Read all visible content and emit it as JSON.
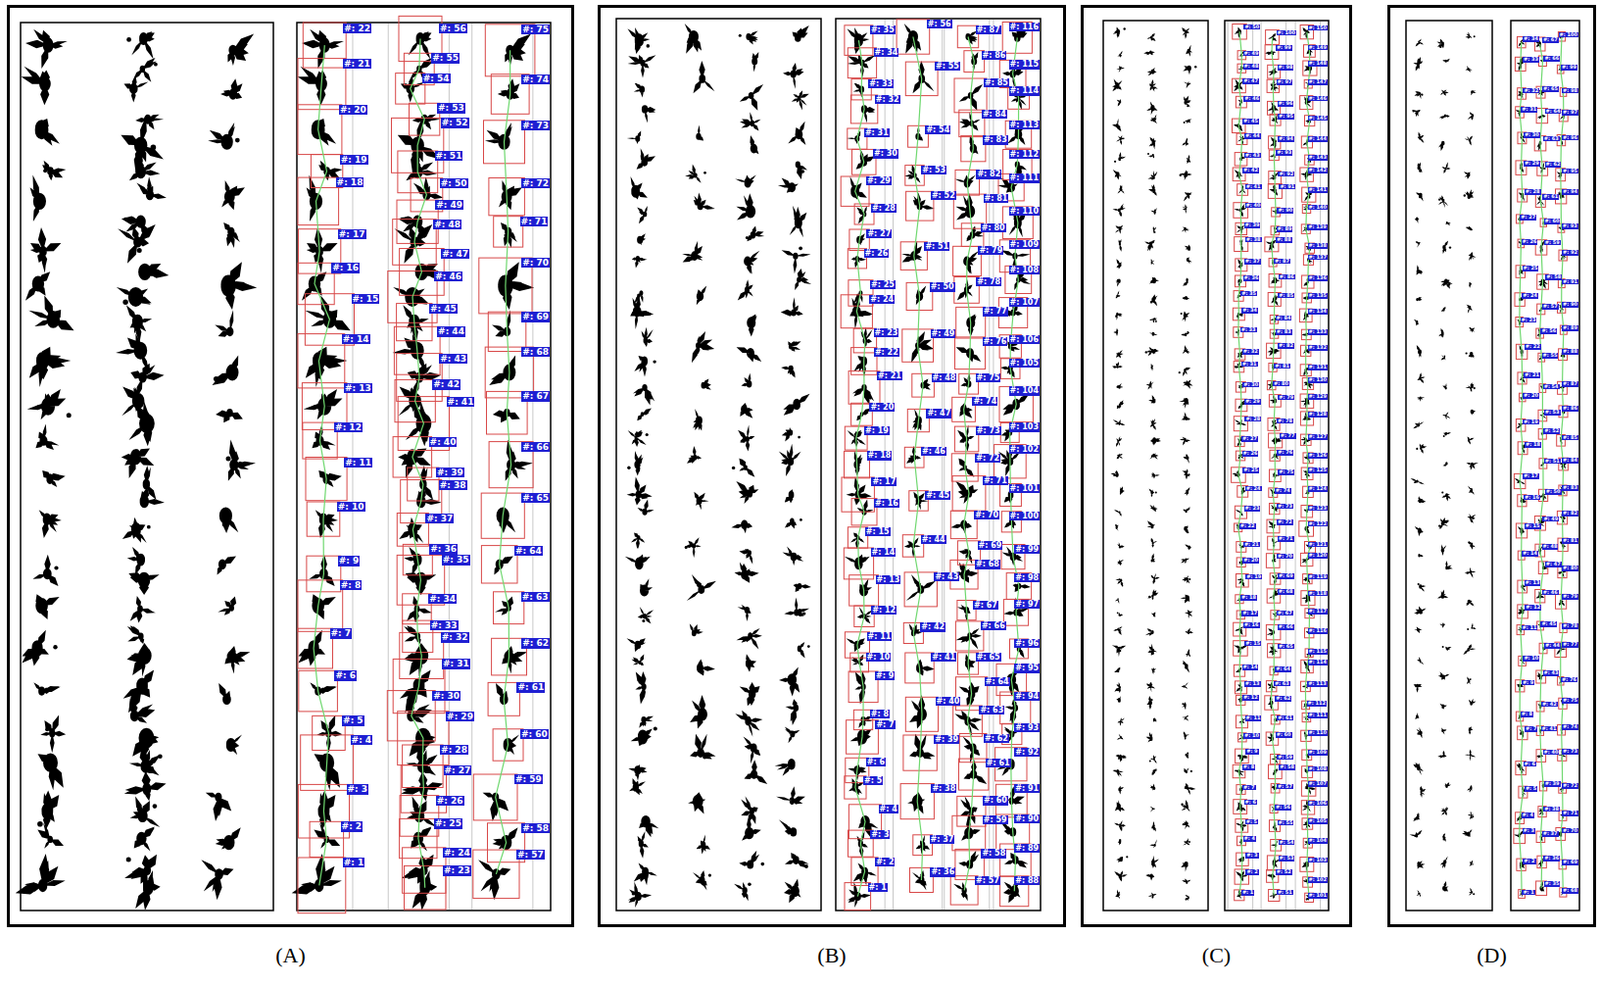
{
  "diagram": {
    "nodes": [
      {
        "text": [
          "(A)"
        ]
      },
      {
        "text": [
          "(B)"
        ]
      },
      {
        "text": [
          "(C)"
        ]
      },
      {
        "text": [
          "(D)"
        ]
      }
    ],
    "labels": [
      "#: 1",
      "#: 2",
      "#: 3",
      "#: 4",
      "#: 5",
      "#: 6",
      "#: 7",
      "#: 8",
      "#: 9",
      "#: 10",
      "#: 11",
      "#: 12",
      "#: 13",
      "#: 14",
      "#: 15",
      "#: 16",
      "#: 17",
      "#: 18",
      "#: 19",
      "#: 20",
      "#: 21",
      "#: 22",
      "#: 23",
      "#: 24",
      "#: 25",
      "#: 26",
      "#: 27",
      "#: 28",
      "#: 29",
      "#: 30",
      "#: 31",
      "#: 32",
      "#: 33",
      "#: 34",
      "#: 35",
      "#: 36",
      "#: 37",
      "#: 38",
      "#: 39",
      "#: 40",
      "#: 41",
      "#: 42",
      "#: 43",
      "#: 44",
      "#: 45",
      "#: 46",
      "#: 47",
      "#: 48",
      "#: 49",
      "#: 50",
      "#: 51",
      "#: 52",
      "#: 53",
      "#: 54",
      "#: 55",
      "#: 56",
      "#: 57",
      "#: 58",
      "#: 59",
      "#: 60",
      "#: 61",
      "#: 62",
      "#: 63",
      "#: 64",
      "#: 65",
      "#: 66",
      "#: 67",
      "#: 68",
      "#: 69",
      "#: 70",
      "#: 71",
      "#: 72",
      "#: 73",
      "#: 74",
      "#: 75",
      "#: 1",
      "#: 2",
      "#: 3",
      "#: 4",
      "#: 5",
      "#: 6",
      "#: 7",
      "#: 8",
      "#: 9",
      "#: 10",
      "#: 11",
      "#: 12",
      "#: 13",
      "#: 14",
      "#: 15",
      "#: 16",
      "#: 17",
      "#: 18",
      "#: 19",
      "#: 20",
      "#: 21",
      "#: 22",
      "#: 23",
      "#: 24",
      "#: 25",
      "#: 26",
      "#: 27",
      "#: 28",
      "#: 29",
      "#: 30",
      "#: 31",
      "#: 32",
      "#: 33",
      "#: 34",
      "#: 35",
      "#: 36",
      "#: 37",
      "#: 38",
      "#: 39",
      "#: 40",
      "#: 41",
      "#: 42",
      "#: 43",
      "#: 44",
      "#: 45",
      "#: 46",
      "#: 47",
      "#: 48",
      "#: 49",
      "#: 50",
      "#: 51",
      "#: 52",
      "#: 53",
      "#: 54",
      "#: 55",
      "#: 56",
      "#: 57",
      "#: 58",
      "#: 59",
      "#: 60",
      "#: 61",
      "#: 62",
      "#: 63",
      "#: 64",
      "#: 65",
      "#: 66",
      "#: 67",
      "#: 68",
      "#: 69",
      "#: 70",
      "#: 71",
      "#: 72",
      "#: 73",
      "#: 74",
      "#: 75",
      "#: 76",
      "#: 77",
      "#: 78",
      "#: 79",
      "#: 80",
      "#: 81",
      "#: 82",
      "#: 83",
      "#: 84",
      "#: 85",
      "#: 86",
      "#: 87",
      "#: 88",
      "#: 89",
      "#: 90",
      "#: 91",
      "#: 92",
      "#: 93",
      "#: 94",
      "#: 95",
      "#: 96",
      "#: 97",
      "#: 98",
      "#: 99",
      "#: 100",
      "#: 101",
      "#: 102",
      "#: 103",
      "#: 104",
      "#: 105",
      "#: 106",
      "#: 107",
      "#: 108",
      "#: 109",
      "#: 110",
      "#: 111",
      "#: 112",
      "#: 113",
      "#: 114",
      "#: 115",
      "#: 116",
      "#: 1",
      "#: 2",
      "#: 3",
      "#: 4",
      "#: 5",
      "#: 6",
      "#: 7",
      "#: 8",
      "#: 9",
      "#: 10",
      "#: 11",
      "#: 12",
      "#: 13",
      "#: 14",
      "#: 15",
      "#: 16",
      "#: 17",
      "#: 18",
      "#: 19",
      "#: 20",
      "#: 21",
      "#: 22",
      "#: 23",
      "#: 24",
      "#: 25",
      "#: 26",
      "#: 27",
      "#: 28",
      "#: 29",
      "#: 30",
      "#: 31",
      "#: 32",
      "#: 33",
      "#: 34",
      "#: 35",
      "#: 36",
      "#: 37",
      "#: 38",
      "#: 39",
      "#: 40",
      "#: 41",
      "#: 42",
      "#: 43",
      "#: 44",
      "#: 45",
      "#: 46",
      "#: 47",
      "#: 48",
      "#: 49",
      "#: 50",
      "#: 51",
      "#: 52",
      "#: 53",
      "#: 54",
      "#: 55",
      "#: 56",
      "#: 57",
      "#: 58",
      "#: 59",
      "#: 60",
      "#: 61",
      "#: 62",
      "#: 63",
      "#: 64",
      "#: 65",
      "#: 66",
      "#: 67",
      "#: 68",
      "#: 69",
      "#: 70",
      "#: 71",
      "#: 72",
      "#: 73",
      "#: 74",
      "#: 75",
      "#: 76",
      "#: 77",
      "#: 78",
      "#: 79",
      "#: 80",
      "#: 81",
      "#: 82",
      "#: 83",
      "#: 84",
      "#: 85",
      "#: 86",
      "#: 87",
      "#: 88",
      "#: 89",
      "#: 90",
      "#: 91",
      "#: 92",
      "#: 93",
      "#: 94",
      "#: 95",
      "#: 96",
      "#: 97",
      "#: 98",
      "#: 99",
      "#: 100",
      "#: 101",
      "#: 102",
      "#: 103",
      "#: 104",
      "#: 105",
      "#: 106",
      "#: 107",
      "#: 108",
      "#: 109",
      "#: 110",
      "#: 111",
      "#: 112",
      "#: 113",
      "#: 114",
      "#: 115",
      "#: 116",
      "#: 117",
      "#: 118",
      "#: 119",
      "#: 120",
      "#: 121",
      "#: 122",
      "#: 123",
      "#: 124",
      "#: 125",
      "#: 126",
      "#: 127",
      "#: 128",
      "#: 129",
      "#: 130",
      "#: 131",
      "#: 132",
      "#: 133",
      "#: 134",
      "#: 135",
      "#: 136",
      "#: 137",
      "#: 138",
      "#: 139",
      "#: 140",
      "#: 141",
      "#: 142",
      "#: 143",
      "#: 144",
      "#: 145",
      "#: 146",
      "#: 147",
      "#: 148",
      "#: 149",
      "#: 150",
      "#: 1",
      "#: 2",
      "#: 3",
      "#: 4",
      "#: 5",
      "#: 6",
      "#: 7",
      "#: 8",
      "#: 9",
      "#: 10",
      "#: 11",
      "#: 12",
      "#: 13",
      "#: 14",
      "#: 15",
      "#: 16",
      "#: 17",
      "#: 18",
      "#: 19",
      "#: 20",
      "#: 21",
      "#: 22",
      "#: 23",
      "#: 24",
      "#: 25",
      "#: 26",
      "#: 27",
      "#: 28",
      "#: 29",
      "#: 30",
      "#: 31",
      "#: 32",
      "#: 33",
      "#: 34",
      "#: 35",
      "#: 36",
      "#: 37",
      "#: 38",
      "#: 39",
      "#: 40",
      "#: 41",
      "#: 42",
      "#: 43",
      "#: 44",
      "#: 45",
      "#: 46",
      "#: 47",
      "#: 48",
      "#: 49",
      "#: 50",
      "#: 51",
      "#: 52",
      "#: 53",
      "#: 54",
      "#: 55",
      "#: 56",
      "#: 57",
      "#: 58",
      "#: 59",
      "#: 60",
      "#: 61",
      "#: 62",
      "#: 63",
      "#: 64",
      "#: 65",
      "#: 66",
      "#: 67",
      "#: 68",
      "#: 69",
      "#: 70",
      "#: 71",
      "#: 72",
      "#: 73",
      "#: 74",
      "#: 75",
      "#: 76",
      "#: 77",
      "#: 78",
      "#: 79",
      "#: 80",
      "#: 81",
      "#: 82",
      "#: 83",
      "#: 84",
      "#: 85",
      "#: 86",
      "#: 87",
      "#: 88",
      "#: 89",
      "#: 90",
      "#: 91",
      "#: 92",
      "#: 93",
      "#: 94",
      "#: 95",
      "#: 96",
      "#: 97",
      "#: 98",
      "#: 99",
      "#: 100"
    ]
  }
}
